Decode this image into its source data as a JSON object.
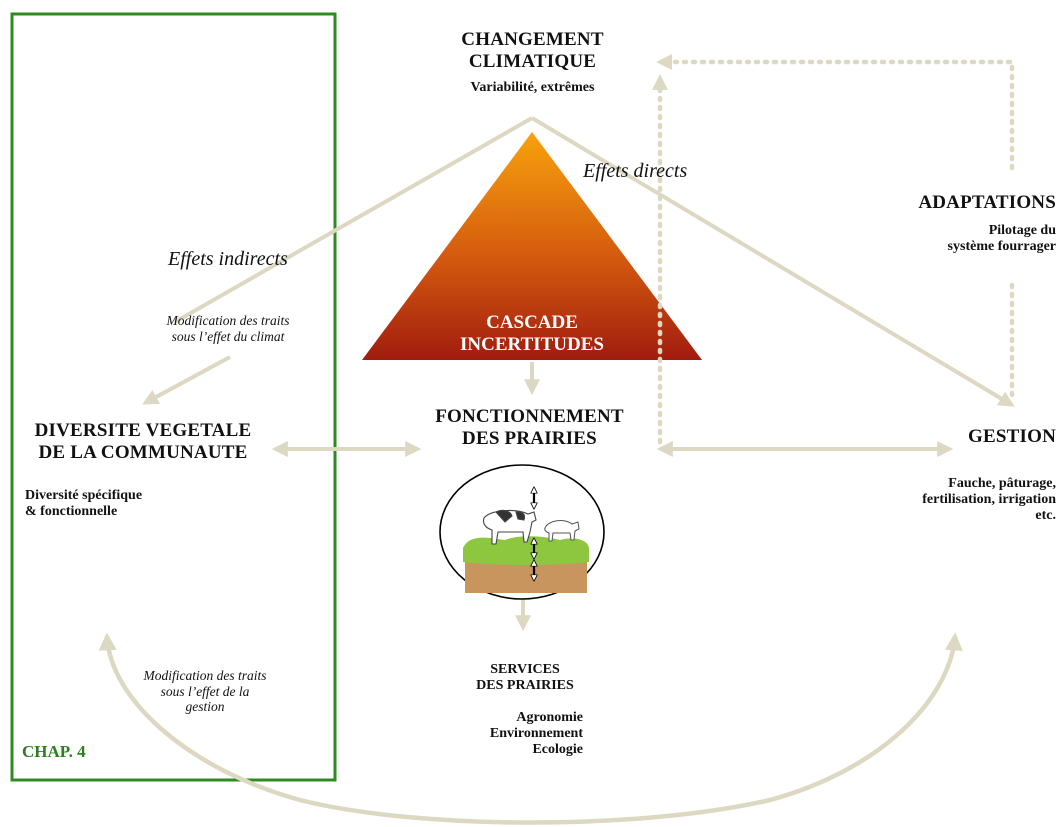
{
  "chapter_box": {
    "label": "CHAP. 4",
    "color": "#2e8b1f"
  },
  "climate": {
    "title_line1": "CHANGEMENT",
    "title_line2": "CLIMATIQUE",
    "subtitle": "Variabilité, extrêmes"
  },
  "effects": {
    "direct": "Effets directs",
    "indirect": "Effets indirects"
  },
  "triangle": {
    "line1": "CASCADE",
    "line2": "INCERTITUDES",
    "color_top": "#f59a08",
    "color_bottom": "#a01a10"
  },
  "traits_climate": {
    "line1": "Modification des traits",
    "line2": "sous l’effet du climat"
  },
  "traits_management": {
    "line1": "Modification des traits",
    "line2": "sous l’effet de la",
    "line3": "gestion"
  },
  "diversity": {
    "title_line1": "DIVERSITE VEGETALE",
    "title_line2": "DE LA COMMUNAUTE",
    "sub_line1": "Diversité spécifique",
    "sub_line2": "& fonctionnelle"
  },
  "functioning": {
    "title_line1": "FONCTIONNEMENT",
    "title_line2": "DES PRAIRIES"
  },
  "adaptations": {
    "title": "ADAPTATIONS",
    "sub_line1": "Pilotage du",
    "sub_line2": "système fourrager"
  },
  "gestion": {
    "title": "GESTION",
    "line1": "Fauche, pâturage,",
    "line2": "fertilisation, irrigation",
    "line3": "etc."
  },
  "services": {
    "title_line1": "SERVICES",
    "title_line2": "DES PRAIRIES",
    "line1": "Agronomie",
    "line2": "Environnement",
    "line3": "Ecologie"
  },
  "colors": {
    "arrow": "#dcd8c2",
    "grass": "#8dc63f",
    "soil": "#c8955e"
  }
}
